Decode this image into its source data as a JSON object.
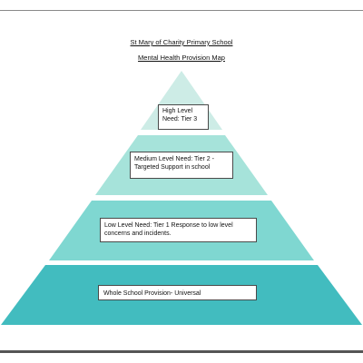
{
  "header": {
    "school_name": "St Mary of Charity Primary School",
    "map_title": "Mental Health Provision Map"
  },
  "pyramid": {
    "tiers": [
      {
        "label": "High Level Need: Tier 3",
        "color": "#cdece6"
      },
      {
        "label": "Medium Level Need: Tier 2 - Targeted Support in school",
        "color": "#a6e3da"
      },
      {
        "label": "Low Level Need: Tier 1 Response to low level concerns and incidents.",
        "color": "#7fd7d1"
      },
      {
        "label": "Whole School Provision- Universal",
        "color": "#42bcbf"
      }
    ]
  }
}
